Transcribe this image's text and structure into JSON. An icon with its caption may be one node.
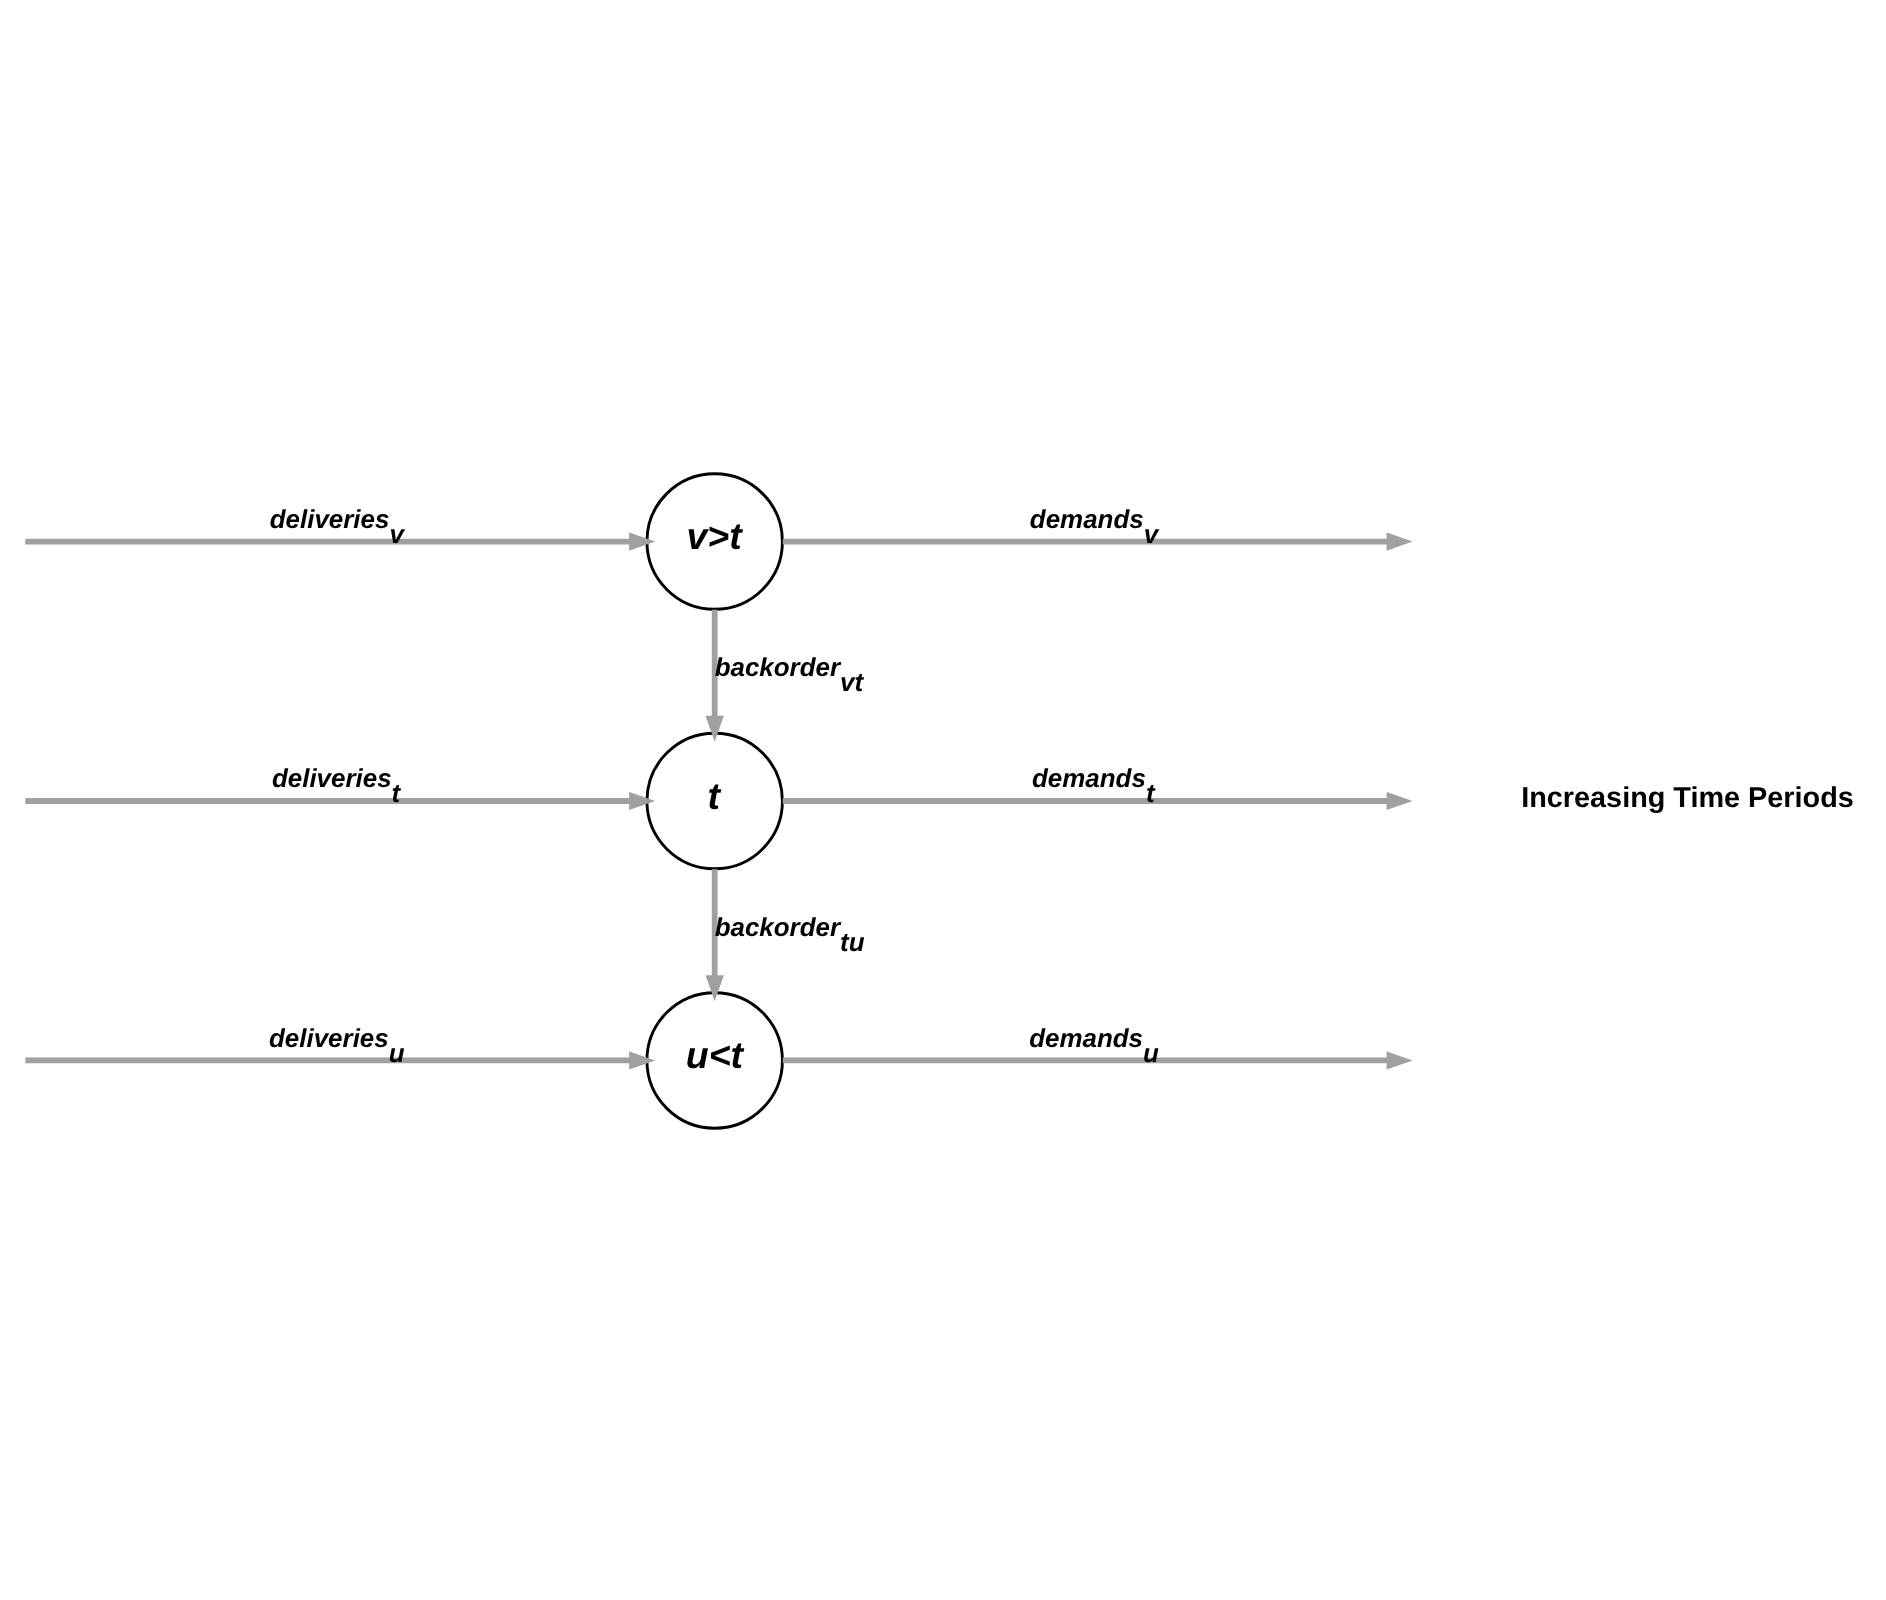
{
  "diagram": {
    "nodes": [
      {
        "text": [
          "v>t"
        ]
      },
      {
        "text": [
          "t"
        ]
      },
      {
        "text": [
          "u<t"
        ]
      }
    ],
    "edges": [
      {
        "from": null,
        "to": 0,
        "arrow": "to",
        "label": "deliveries$_{v}$"
      },
      {
        "from": 0,
        "to": null,
        "arrow": "to",
        "label": "demands$_{v}$"
      },
      {
        "from": 0,
        "to": 1,
        "arrow": "to",
        "label": "backorder$_{vt}$"
      },
      {
        "from": null,
        "to": 1,
        "arrow": "to",
        "label": "deliveries$_{t}$"
      },
      {
        "from": 1,
        "to": null,
        "arrow": "to",
        "label": "demands$_{t}$"
      },
      {
        "from": 1,
        "to": 2,
        "arrow": "to",
        "label": "backorder$_{tu}$"
      },
      {
        "from": null,
        "to": 2,
        "arrow": "to",
        "label": "deliveries$_{u}$"
      },
      {
        "from": 2,
        "to": null,
        "arrow": "to",
        "label": "demands$_{u}$"
      }
    ],
    "labels": [
      "Increasing Time Periods"
    ]
  }
}
